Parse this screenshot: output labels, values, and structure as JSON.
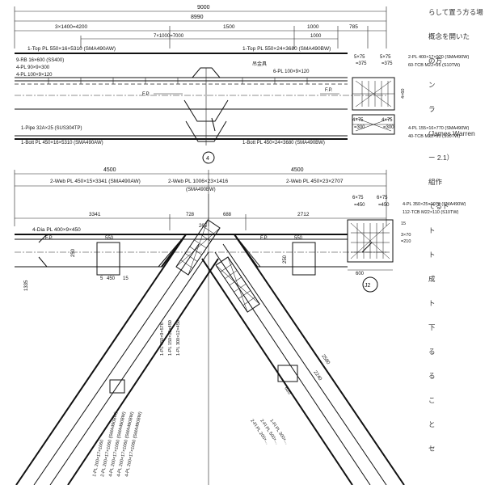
{
  "dims_top": {
    "overall": "9000",
    "span_main": "8990",
    "split_a": "3×1400=4200",
    "split_b": "1500",
    "split_c": "1000",
    "split_d": "785",
    "mid_7x1000": "7×1000=7000",
    "split_1000": "1000"
  },
  "top_chord": {
    "top_pl_left": "1-Top PL 550×16×5310 (SMA490AW)",
    "top_pl_right": "1-Top PL 550×24×3680 (SMA490BW)",
    "rb": "9-RB 16×600 (SS400)",
    "pl_a": "4-PL 90×9×300",
    "pl_b": "4-PL 100×9×120",
    "pl_c": "6-PL 100×9×120",
    "hanger": "吊金具",
    "fp1": "F.P.",
    "fp2": "F.P.",
    "pipe": "1-Pipe 32A×25 (SUS304TP)",
    "bott_left": "1-Bott PL 450×16×5310 (SMA490AW)",
    "bott_right": "1-Bott PL 450×24×3680 (SMA490BW)"
  },
  "splice_top": {
    "pitch_a": "5×75",
    "pitch_a2": "=375",
    "pitch_b": "5×75",
    "pitch_b2": "=375",
    "pl_top": "2-PL 400×17×920 (SMA490W)",
    "bolt_top": "60-TCB M22×95 (S10TW)",
    "pitch_c": "4×75",
    "pitch_c2": "=300",
    "pitch_d": "4×75",
    "pitch_d2": "=300",
    "pl_bot": "4-PL 155×16×770 (SMA490W)",
    "bolt_bot": "40-TCB M22×95 (S10TW)",
    "side": "4×60"
  },
  "panel_mark": "4",
  "dims_mid": {
    "d1": "4500",
    "d2": "4500",
    "d3": "3341",
    "d4": "728",
    "d5": "688",
    "d6": "2712",
    "d7": "265"
  },
  "web": {
    "left": "2-Web PL 450×15×3341 (SMA490AW)",
    "center": "2-Web PL 1006×23×1416",
    "center_grade": "(SMA490BW)",
    "right": "2-Web PL 450×23×2707"
  },
  "lower": {
    "dia": "4-Dia PL 400×9×450",
    "fp": "F.P.",
    "fp2": "F.P.",
    "dim_550a": "550",
    "dim_550b": "550",
    "dim_450": "450",
    "dim_5": "5",
    "dim_15": "15",
    "dim_250a": "250",
    "dim_250b": "250",
    "dim_1335": "1335",
    "dim_600": "600",
    "right_pitch": "6×75",
    "right_pitch2": "=450",
    "right_pitch_b": "6×75",
    "right_pitch_b2": "=450",
    "right_pl": "4-PL 350×25×1070 (SMA490W)",
    "right_bolt": "112-TCB M22×110 (S10TW)",
    "joint": "J2",
    "side_a": "15",
    "side_b": "3×70",
    "side_c": "=210",
    "dim_2580": "2580",
    "dim_2240": "2240",
    "dim_620": "620"
  },
  "diag_left": {
    "p1": "1-PL 450×9×576",
    "p2": "1-PL 150×10×450",
    "p3": "1-PL 300×12×450",
    "p4": "1-PL 200×17×1060",
    "p5": "2-PL 200×17×1060 (SMA490BW)",
    "p6": "4-PL 200×17×1060 (SMA490BW)",
    "p7": "4-PL 200×17×1060 (SMA490BW)",
    "p8": "4-PL 200×17×1060 (SMA490BW)"
  },
  "diag_right": {
    "p1": "2-Fl PL 200×...",
    "p2": "2-Fl PL 500×...",
    "p3": "1-Fl PL 300×..."
  },
  "right_strip": [
    "らして置う方る場",
    "概念を開いた",
    "の方",
    "ン",
    "ラ",
    "(James Warren",
    "ー 2.1）",
    "組作",
    "でるト",
    "ト",
    "ト",
    "成",
    "ト",
    "下",
    "る",
    "る",
    "こ",
    "と",
    "セ"
  ]
}
